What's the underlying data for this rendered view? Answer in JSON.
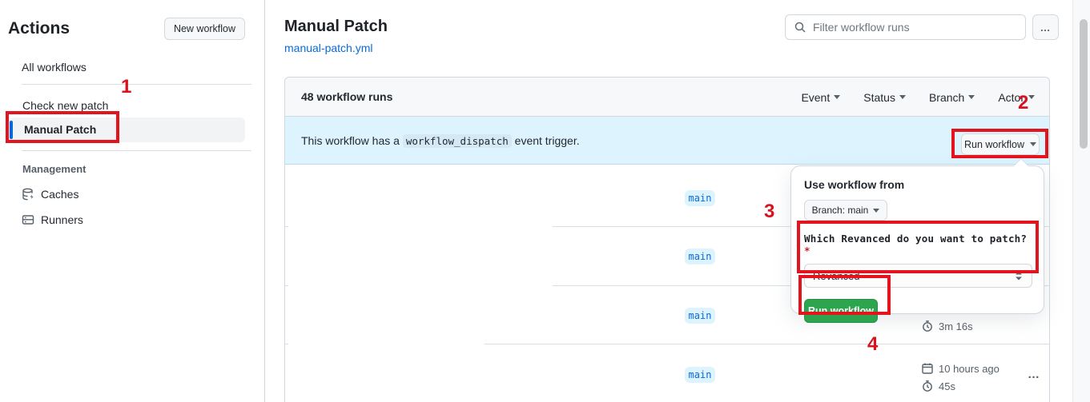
{
  "sidebar": {
    "title": "Actions",
    "new_workflow_button": "New workflow",
    "items": [
      {
        "label": "All workflows"
      },
      {
        "label": "Check new patch"
      },
      {
        "label": "Manual Patch",
        "selected": true
      }
    ],
    "management": {
      "header": "Management",
      "items": [
        {
          "label": "Caches",
          "icon": "cache-icon"
        },
        {
          "label": "Runners",
          "icon": "runners-icon"
        }
      ]
    }
  },
  "header": {
    "title": "Manual Patch",
    "workflow_file_link": "manual-patch.yml",
    "search_placeholder": "Filter workflow runs",
    "more_button": "…"
  },
  "runs_panel": {
    "count_label": "48 workflow runs",
    "filters": [
      {
        "label": "Event"
      },
      {
        "label": "Status"
      },
      {
        "label": "Branch"
      },
      {
        "label": "Actor"
      }
    ],
    "banner": {
      "text_before": "This workflow has a",
      "code": "workflow_dispatch",
      "text_after": "event trigger.",
      "run_workflow_button": "Run workflow"
    },
    "rows": [
      {
        "branch": "main"
      },
      {
        "branch": "main"
      },
      {
        "branch": "main",
        "duration": "3m 16s"
      },
      {
        "branch": "main",
        "time": "10 hours ago",
        "duration": "45s",
        "menu": "…"
      }
    ]
  },
  "popover": {
    "use_workflow_from": "Use workflow from",
    "branch_button": "Branch: main",
    "input_label": "Which Revanced do you want to patch?",
    "required_mark": "*",
    "select_value": "Revanced",
    "run_button": "Run workflow"
  },
  "annotations": {
    "steps": [
      "1",
      "2",
      "3",
      "4"
    ],
    "color": "#e3141e"
  },
  "colors": {
    "accent_link": "#0969da",
    "banner_bg": "#ddf4ff",
    "green_button": "#2da44e",
    "annotation_red": "#e3141e",
    "selected_indicator": "#0969da"
  }
}
